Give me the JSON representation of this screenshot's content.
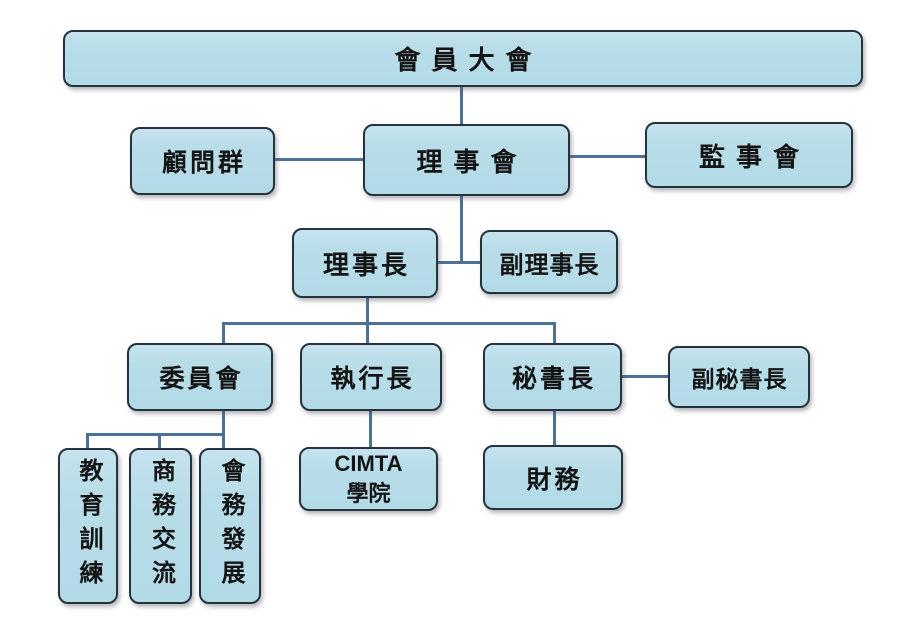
{
  "colors": {
    "node_fill": "#b8dde9",
    "node_border": "#26323e",
    "connector": "#4d7095",
    "text": "#141414",
    "background": "#ffffff"
  },
  "nodes": {
    "assembly": {
      "label": "會員大會"
    },
    "advisors": {
      "label": "顧問群"
    },
    "board": {
      "label": "理事會"
    },
    "supervisors": {
      "label": "監事會"
    },
    "chairman": {
      "label": "理事長"
    },
    "vice_chairman": {
      "label": "副理事長"
    },
    "committee": {
      "label": "委員會"
    },
    "ceo": {
      "label": "執行長"
    },
    "secretary_general": {
      "label": "秘書長"
    },
    "deputy_secretary_general": {
      "label": "副秘書長"
    },
    "education_training": {
      "label": "教育訓練"
    },
    "business_exchange": {
      "label": "商務交流"
    },
    "association_development": {
      "label": "會務發展"
    },
    "cimta_academy": {
      "line1": "CIMTA",
      "line2": "學院"
    },
    "finance": {
      "label": "財務"
    }
  },
  "edges": [
    {
      "from": "assembly",
      "to": "board"
    },
    {
      "from": "board",
      "to": "advisors"
    },
    {
      "from": "board",
      "to": "supervisors"
    },
    {
      "from": "board",
      "to": "chairman"
    },
    {
      "from": "chairman",
      "to": "vice_chairman"
    },
    {
      "from": "chairman",
      "to": "committee"
    },
    {
      "from": "chairman",
      "to": "ceo"
    },
    {
      "from": "chairman",
      "to": "secretary_general"
    },
    {
      "from": "secretary_general",
      "to": "deputy_secretary_general"
    },
    {
      "from": "committee",
      "to": "education_training"
    },
    {
      "from": "committee",
      "to": "business_exchange"
    },
    {
      "from": "committee",
      "to": "association_development"
    },
    {
      "from": "ceo",
      "to": "cimta_academy"
    },
    {
      "from": "secretary_general",
      "to": "finance"
    }
  ]
}
